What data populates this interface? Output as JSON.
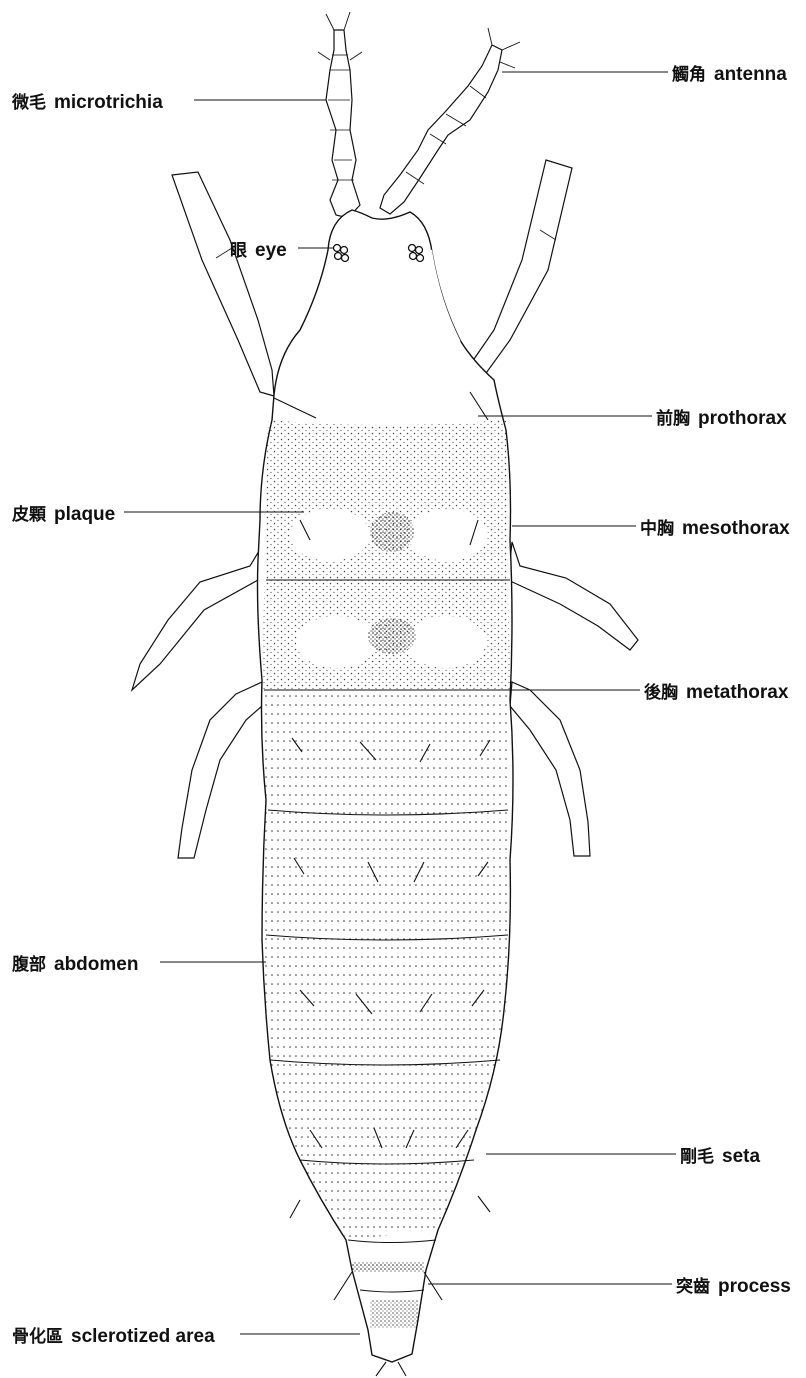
{
  "labels": {
    "microtrichia": {
      "zh": "微毛",
      "en": "microtrichia"
    },
    "antenna": {
      "zh": "觸角",
      "en": "antenna"
    },
    "eye": {
      "zh": "眼",
      "en": "eye"
    },
    "prothorax": {
      "zh": "前胸",
      "en": "prothorax"
    },
    "plaque": {
      "zh": "皮顆",
      "en": "plaque"
    },
    "mesothorax": {
      "zh": "中胸",
      "en": "mesothorax"
    },
    "metathorax": {
      "zh": "後胸",
      "en": "metathorax"
    },
    "abdomen": {
      "zh": "腹部",
      "en": "abdomen"
    },
    "seta": {
      "zh": "剛毛",
      "en": "seta"
    },
    "process": {
      "zh": "突齒",
      "en": "process"
    },
    "sclerotized_area": {
      "zh": "骨化區",
      "en": "sclerotized area"
    }
  },
  "colors": {
    "ink": "#111111",
    "paper": "#ffffff"
  }
}
